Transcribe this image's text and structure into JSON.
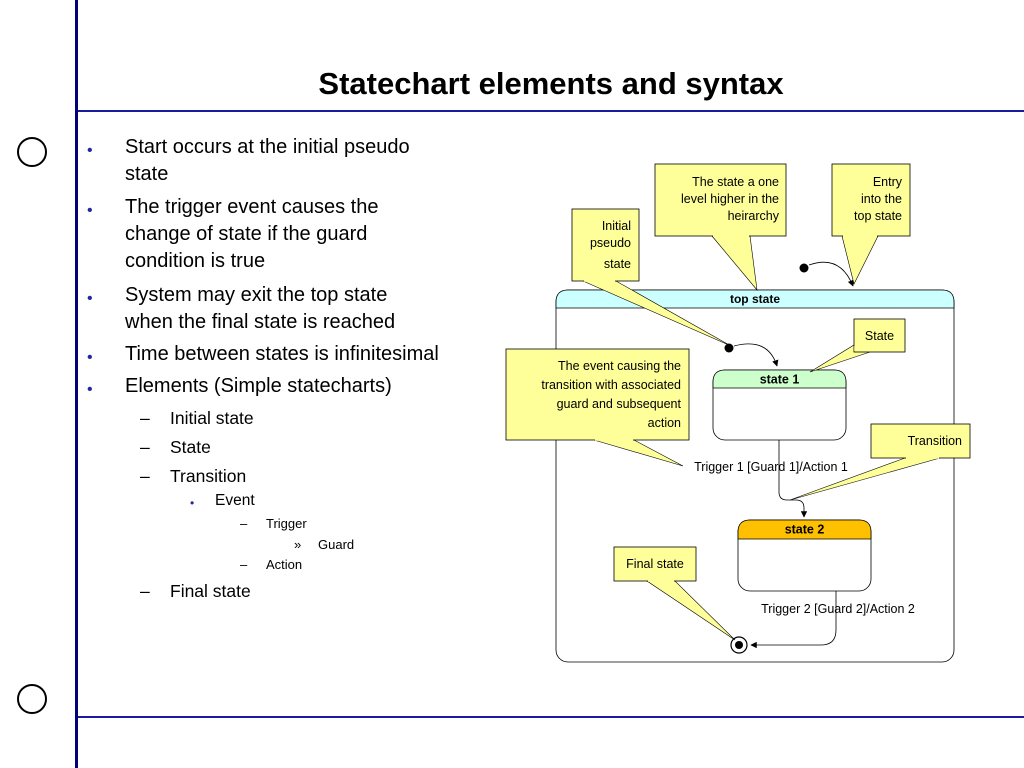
{
  "slide": {
    "title": "Statechart elements and syntax"
  },
  "bullets": {
    "b1": [
      "Start occurs at the initial pseudo",
      "state"
    ],
    "b2": [
      "The trigger event causes the",
      "change of state if the guard",
      "condition is true"
    ],
    "b3": [
      "System may exit the top state",
      "when the final state is reached"
    ],
    "b4": "Time between states is infinitesimal",
    "b5": "Elements (Simple statecharts)",
    "sub": {
      "initial": "Initial state",
      "state": "State",
      "transition": "Transition",
      "event": "Event",
      "trigger": "Trigger",
      "guard": "Guard",
      "action": "Action",
      "final": "Final state"
    },
    "markers": {
      "l1": "•",
      "l2": "–",
      "l3": "•",
      "l4": "–",
      "l5": "»"
    }
  },
  "diagram": {
    "top_state": "top state",
    "state1": "state 1",
    "state2": "state 2",
    "transition1": "Trigger 1 [Guard 1]/Action 1",
    "transition2": "Trigger 2 [Guard 2]/Action 2",
    "callouts": {
      "parent": [
        "The state a one",
        "level higher in the",
        "heirarchy"
      ],
      "entry": [
        "Entry",
        "into the",
        "top state"
      ],
      "initial": [
        "Initial",
        "pseudo",
        "state"
      ],
      "state": [
        "State"
      ],
      "event": [
        "The event causing the",
        "transition with associated",
        "guard and subsequent",
        "action"
      ],
      "transition": [
        "Transition"
      ],
      "final": [
        "Final state"
      ]
    },
    "colors": {
      "callout_fill": "#ffff99",
      "top_state_header": "#ccffff",
      "state1_header": "#ccffcc",
      "state2_header": "#ffc000",
      "rule_blue": "#1a1aa0"
    }
  }
}
